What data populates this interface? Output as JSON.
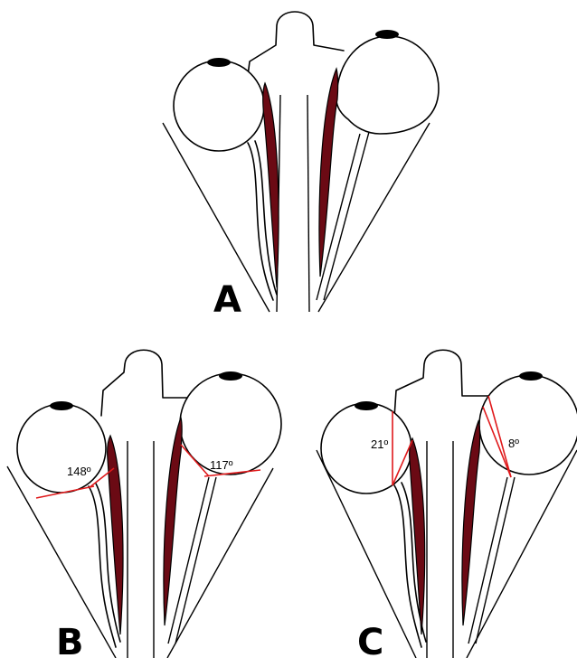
{
  "panels": [
    {
      "letter": "A"
    },
    {
      "letter": "B",
      "angles": {
        "left": "148º",
        "right": "117º"
      }
    },
    {
      "letter": "C",
      "angles": {
        "left": "21º",
        "right": "8º"
      }
    }
  ],
  "colors": {
    "muscle": "#6b0a14",
    "angle_lines": "#e0191b",
    "outline": "#000000"
  }
}
